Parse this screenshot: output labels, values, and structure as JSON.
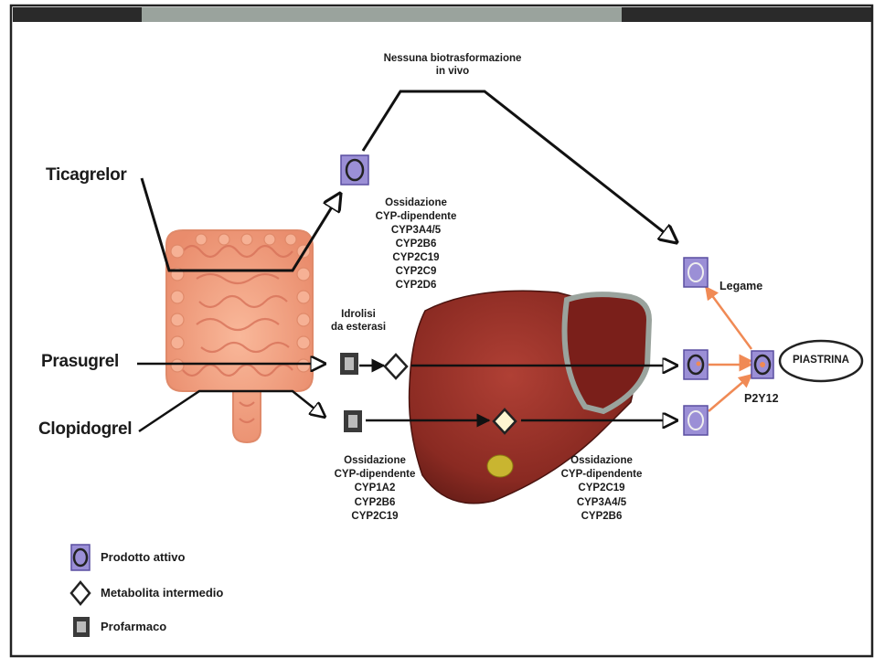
{
  "drugs": {
    "ticagrelor": "Ticagrelor",
    "prasugrel": "Prasugrel",
    "clopidogrel": "Clopidogrel"
  },
  "no_biotransformation": [
    "Nessuna biotrasformazione",
    "in vivo"
  ],
  "hydrolysis": [
    "Idrolisi",
    "da esterasi"
  ],
  "oxidation_prasugrel": [
    "Ossidazione",
    "CYP-dipendente",
    "CYP3A4/5",
    "CYP2B6",
    "CYP2C19",
    "CYP2C9",
    "CYP2D6"
  ],
  "oxidation_clopidogrel_1": [
    "Ossidazione",
    "CYP-dipendente",
    "CYP1A2",
    "CYP2B6",
    "CYP2C19"
  ],
  "oxidation_clopidogrel_2": [
    "Ossidazione",
    "CYP-dipendente",
    "CYP2C19",
    "CYP3A4/5",
    "CYP2B6"
  ],
  "binding": "Legame",
  "platelet": "PIASTRINA",
  "receptor": "P2Y12",
  "legend": {
    "active": "Prodotto attivo",
    "intermediate": "Metabolita intermedio",
    "prodrug": "Profarmaco"
  },
  "colors": {
    "active_fill": "#9b8fd6",
    "liver": "#8a2a22",
    "intestine": "#f2a083",
    "binding_arrow": "#f08a55"
  }
}
